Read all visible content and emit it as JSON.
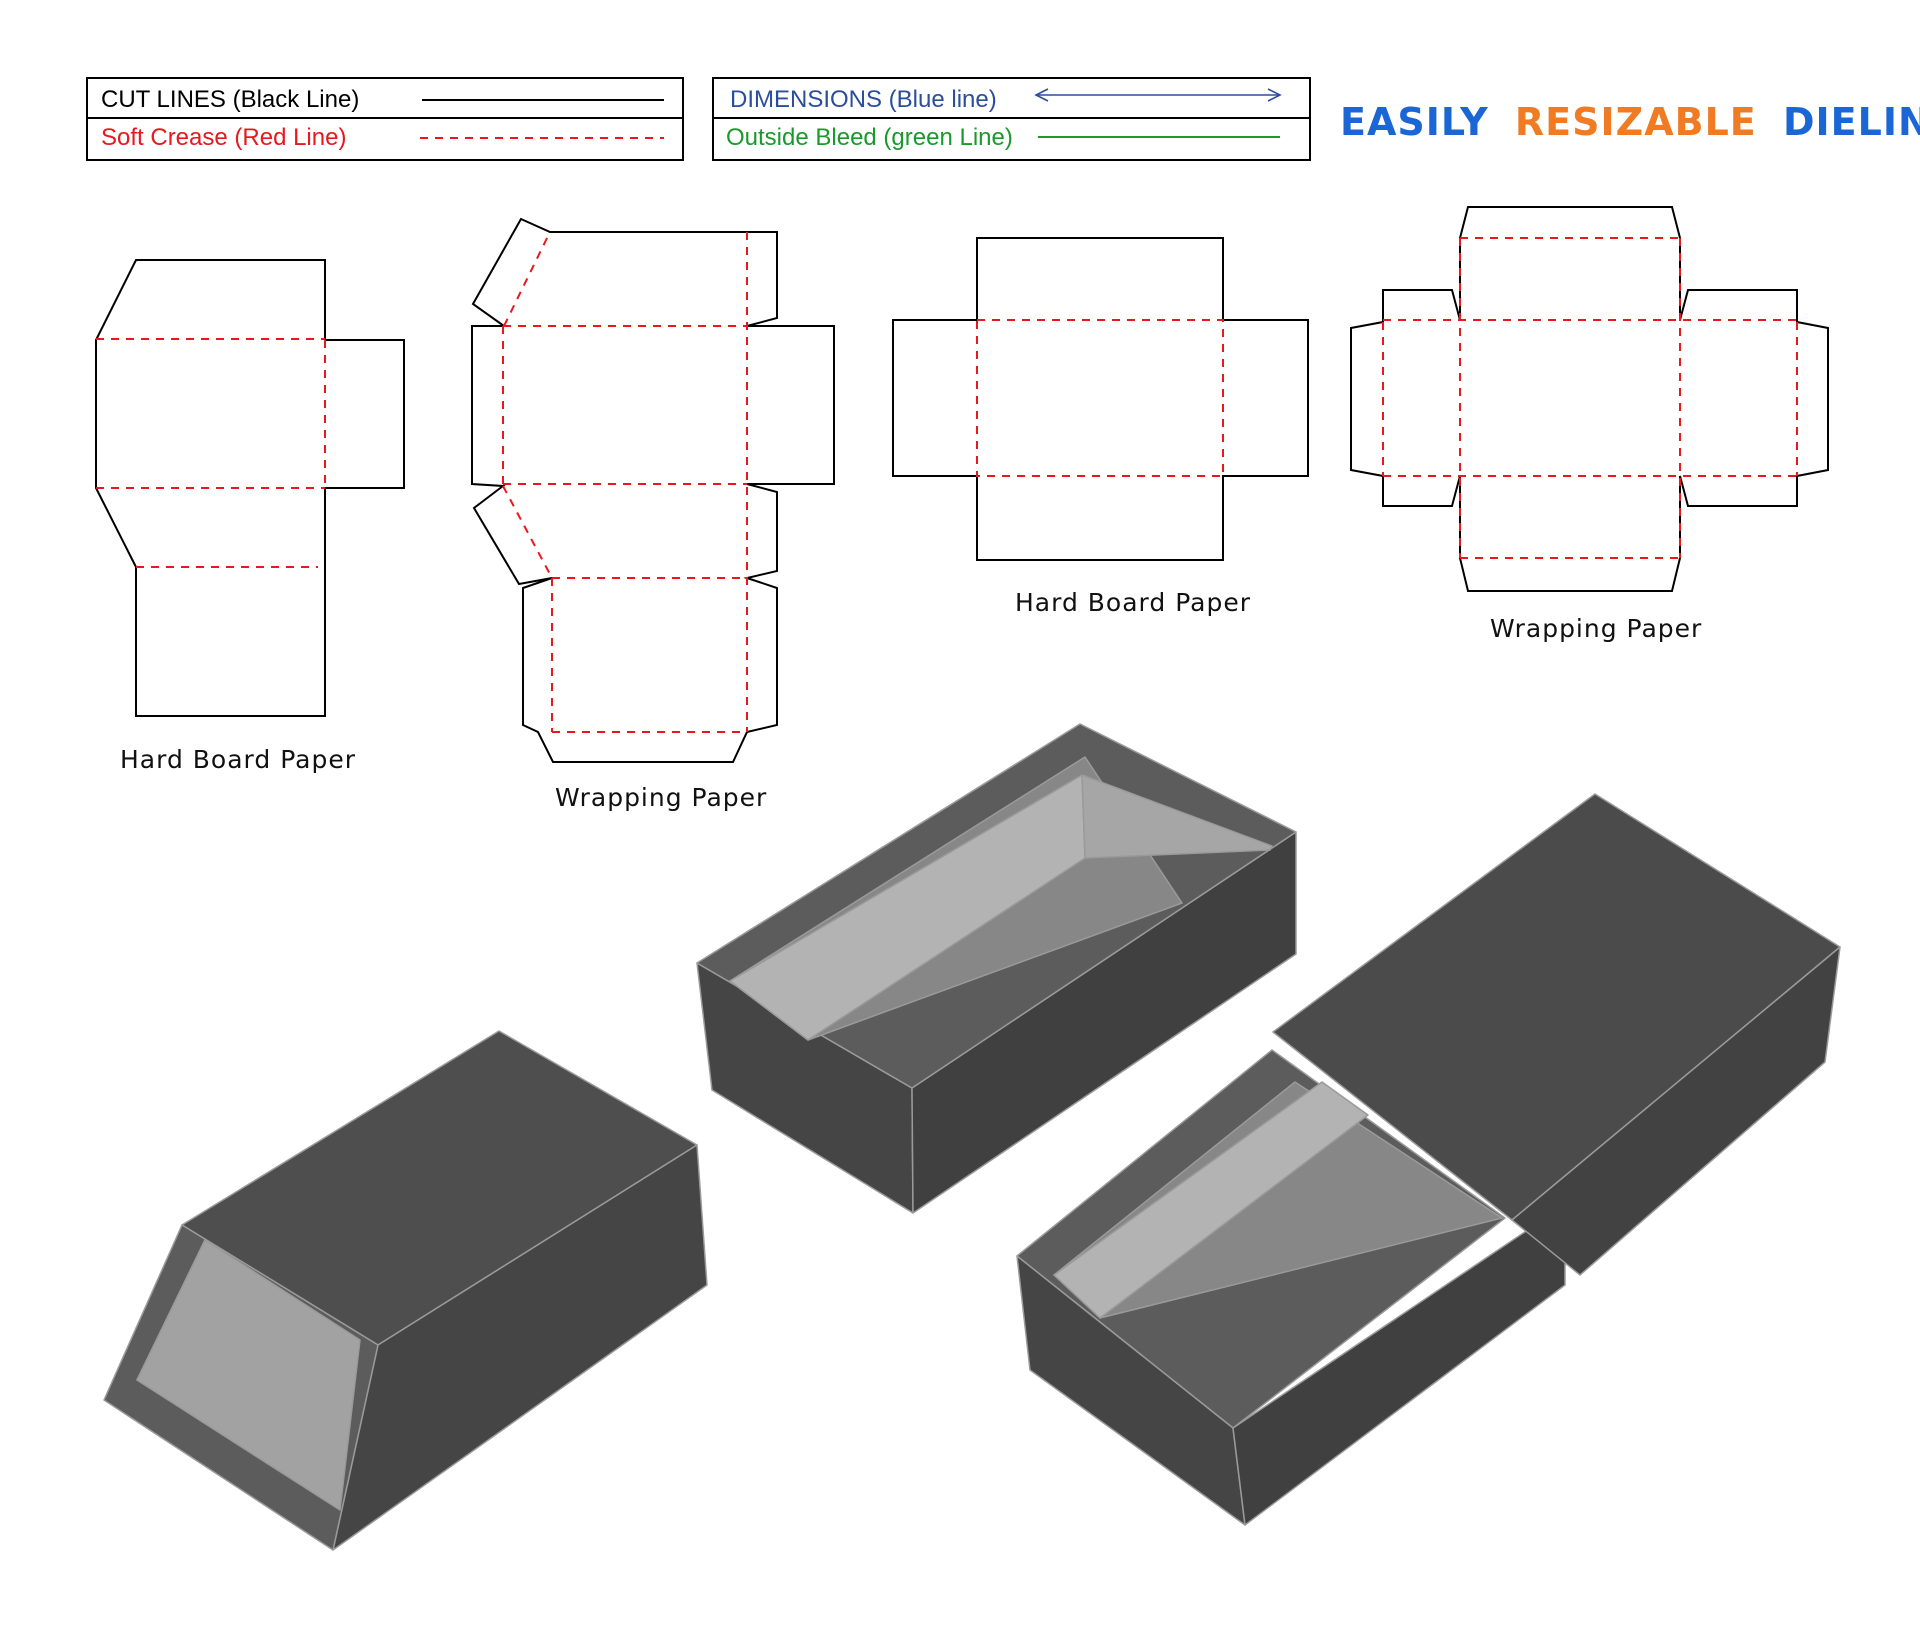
{
  "legend": {
    "cut_lines": "CUT LINES (Black Line)",
    "soft_crease": "Soft Crease (Red Line)",
    "dimensions": "DIMENSIONS (Blue line)",
    "outside_bleed": "Outside Bleed (green Line)"
  },
  "headline": {
    "word1": "EASILY",
    "word2": "RESIZABLE",
    "word3": "DIELINE"
  },
  "captions": {
    "hard_board_1": "Hard Board Paper",
    "wrapping_1": "Wrapping Paper",
    "hard_board_2": "Hard Board Paper",
    "wrapping_2": "Wrapping Paper"
  },
  "colors": {
    "cut": "#000000",
    "crease": "#e8181d",
    "dimension": "#2a4e9c",
    "bleed": "#1a9a2a",
    "headline_blue": "#1b66d6",
    "headline_orange": "#f07b22",
    "box_dark": "#454545",
    "box_top": "#4e4e4e",
    "box_rim": "#5c5c5c",
    "box_inner_light": "#b3b3b3",
    "box_inner_mid": "#878787"
  }
}
